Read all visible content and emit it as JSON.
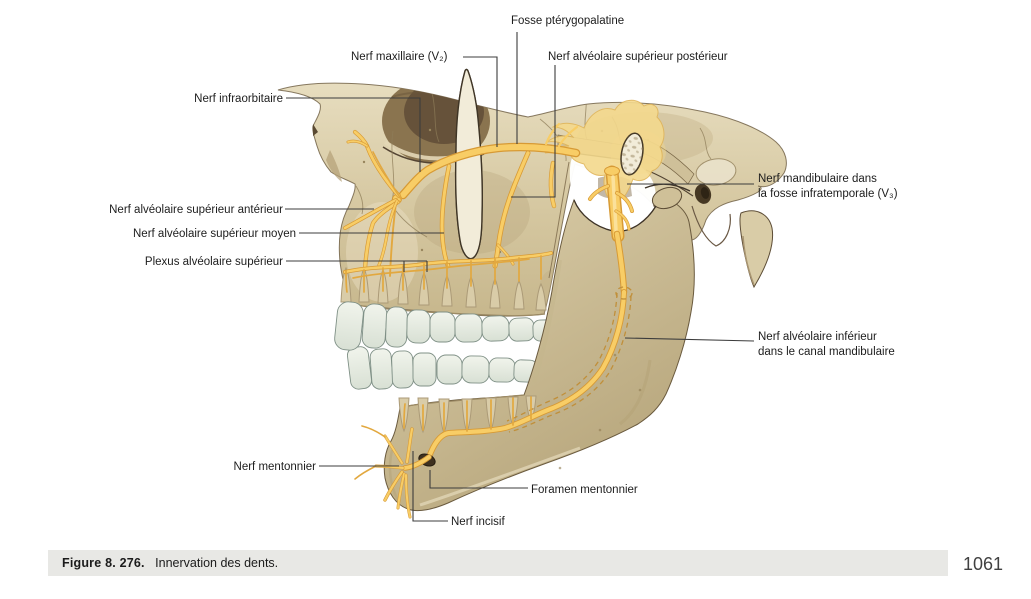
{
  "figure": {
    "caption_label": "Figure 8. 276.",
    "caption_title": "Innervation des dents.",
    "page_number": "1061"
  },
  "labels": {
    "fosse_pterygopalatine": "Fosse ptérygopalatine",
    "nerf_maxillaire": "Nerf maxillaire (V₂)",
    "nerf_alveolaire_sup_posterieur": "Nerf alvéolaire supérieur postérieur",
    "nerf_infraorbitaire": "Nerf infraorbitaire",
    "nerf_alveolaire_sup_anterieur": "Nerf alvéolaire supérieur antérieur",
    "nerf_alveolaire_sup_moyen": "Nerf alvéolaire supérieur moyen",
    "plexus_alveolaire_superieur": "Plexus alvéolaire supérieur",
    "nerf_mandibulaire_l1": "Nerf mandibulaire dans",
    "nerf_mandibulaire_l2": "la fosse infratemporale (V₃)",
    "nerf_alveolaire_inferieur_l1": "Nerf alvéolaire inférieur",
    "nerf_alveolaire_inferieur_l2": "dans le canal mandibulaire",
    "nerf_mentonnier": "Nerf mentonnier",
    "foramen_mentonnier": "Foramen mentonnier",
    "nerf_incisif": "Nerf incisif"
  },
  "colors": {
    "nerve": "#f8cd66",
    "nerve_outline": "#d79a35",
    "bone": "#d5c7a1",
    "fossa_wash": "#f4d98d",
    "caption_bar": "#e8e8e5"
  }
}
